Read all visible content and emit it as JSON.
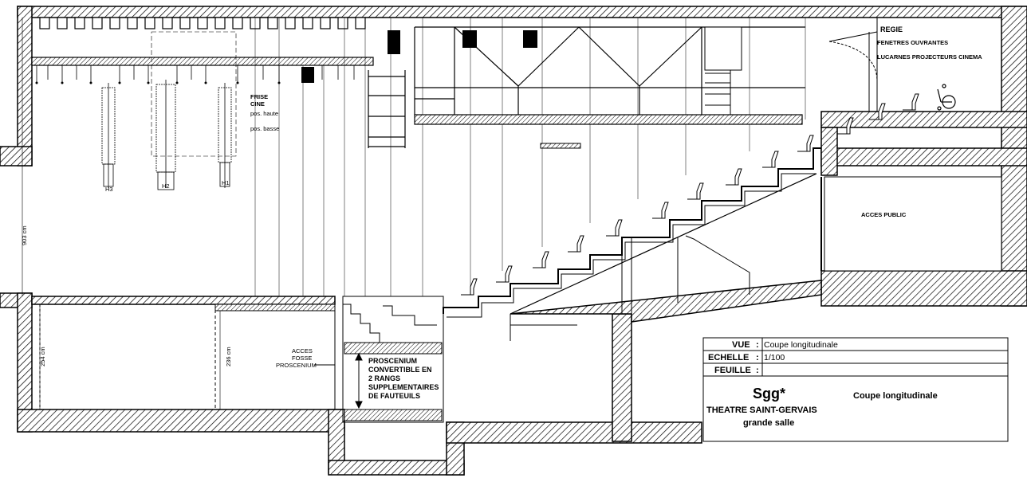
{
  "labels": {
    "regie": "REGIE",
    "fenetres": "FENETRES OUVRANTES",
    "lucarnes": "LUCARNES PROJECTEURS CINEMA",
    "frise": "FRISE",
    "cine": "CINE",
    "pos_haute": "pos. haute",
    "pos_basse": "pos. basse",
    "acces_public": "ACCES PUBLIC",
    "acces_fosse_1": "ACCES",
    "acces_fosse_2": "FOSSE",
    "acces_fosse_3": "PROSCENIUM",
    "proscenium_1": "PROSCENIUM",
    "proscenium_2": "CONVERTIBLE EN",
    "proscenium_3": "2 RANGS",
    "proscenium_4": "SUPPLEMENTAIRES",
    "proscenium_5": "DE FAUTEUILS",
    "dim_upper": "903 cm",
    "dim_lower": "254 cm",
    "dim_lower2": "236 cm",
    "bar_1": "H3",
    "bar_2": "H2",
    "bar_3": "H1"
  },
  "title_block": {
    "vue_key": "VUE",
    "vue_value": "Coupe longitudinale",
    "echelle_key": "ECHELLE",
    "echelle_value": "1/100",
    "feuille_key": "FEUILLE",
    "feuille_value": "",
    "logo": "Sgg*",
    "theatre": "THEATRE SAINT-GERVAIS",
    "salle": "grande salle",
    "subtitle": "Coupe longitudinale"
  }
}
